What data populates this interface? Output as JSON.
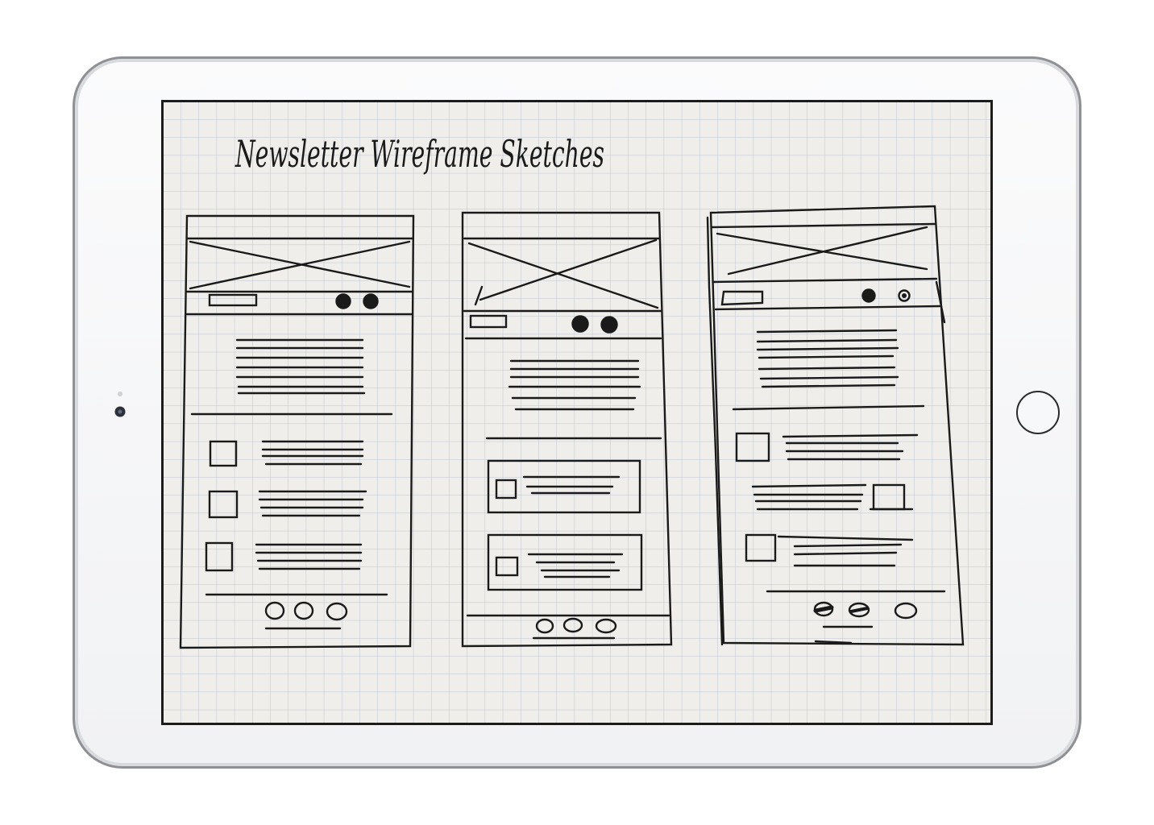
{
  "device": {
    "type": "tablet",
    "orientation": "landscape",
    "bezel_color": "#f5f6f8",
    "frame_color": "#9a9ca0",
    "screen_border_color": "#1c1c1c"
  },
  "paper": {
    "background_color": "#efeeea",
    "grid_color": "#bcc6d2",
    "ink_color": "#1a1a1a"
  },
  "sketch": {
    "title": "Newsletter Wireframe Sketches",
    "wireframes": [
      {
        "name": "wireframe-1",
        "list_style": "thumbnail-left",
        "list_items": 3,
        "footer_circles": 3
      },
      {
        "name": "wireframe-2",
        "list_style": "boxed-cards",
        "list_items": 2,
        "footer_circles": 3
      },
      {
        "name": "wireframe-3",
        "list_style": "alternating-thumbnails",
        "list_items": 3,
        "footer_circles": 3
      }
    ]
  }
}
